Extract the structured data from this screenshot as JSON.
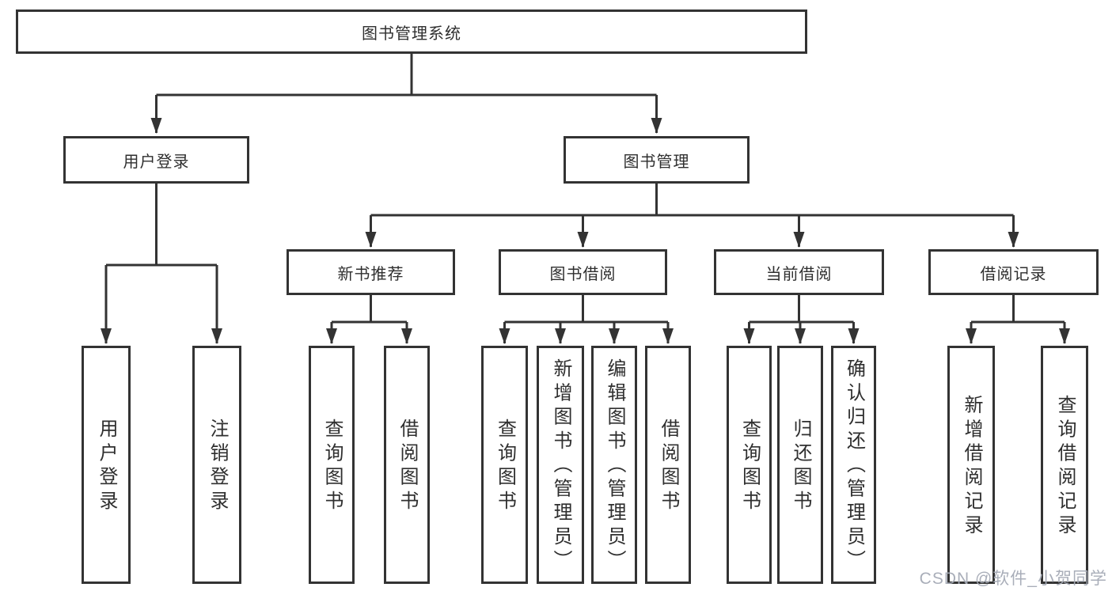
{
  "diagram": {
    "title": "图书管理系统",
    "root": {
      "label": "图书管理系统"
    },
    "branches": [
      {
        "label": "用户登录",
        "children": [
          {
            "label": "用户登录"
          },
          {
            "label": "注销登录"
          }
        ]
      },
      {
        "label": "图书管理",
        "children": [
          {
            "label": "新书推荐",
            "children": [
              {
                "label": "查询图书"
              },
              {
                "label": "借阅图书"
              }
            ]
          },
          {
            "label": "图书借阅",
            "children": [
              {
                "label": "查询图书"
              },
              {
                "label": "新增图书（管理员）"
              },
              {
                "label": "编辑图书（管理员）"
              },
              {
                "label": "借阅图书"
              }
            ]
          },
          {
            "label": "当前借阅",
            "children": [
              {
                "label": "查询图书"
              },
              {
                "label": "归还图书"
              },
              {
                "label": "确认归还（管理员）"
              }
            ]
          },
          {
            "label": "借阅记录",
            "children": [
              {
                "label": "新增借阅记录"
              },
              {
                "label": "查询借阅记录"
              }
            ]
          }
        ]
      }
    ]
  },
  "watermark": {
    "text": "CSDN @软件_小贺同学"
  },
  "colors": {
    "line": "#333333",
    "text": "#2f2f2f",
    "background": "#ffffff",
    "watermark": "#a4aab5"
  }
}
